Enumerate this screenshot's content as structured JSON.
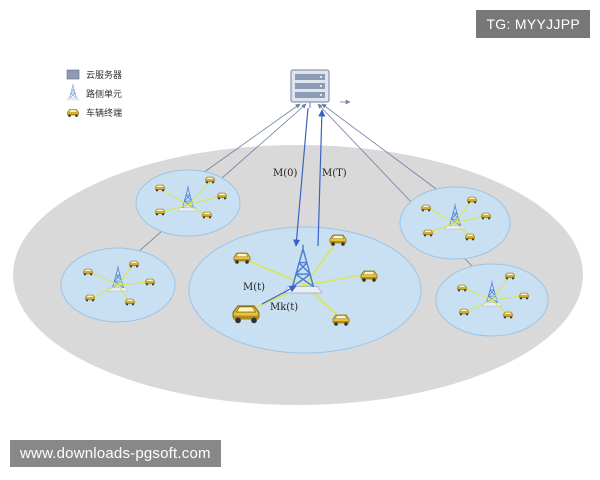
{
  "watermark_top": "TG: MYYJJPP",
  "watermark_bottom": "www.downloads-pgsoft.com",
  "legend": {
    "cloud_server": "云服务器",
    "roadside_unit": "路侧单元",
    "vehicle_terminal": "车辆终端"
  },
  "labels": {
    "m_zero": "M(0)",
    "m_T": "M(T)",
    "m_t": "M(t)",
    "m_k_t": "Mk(t)"
  },
  "colors": {
    "background_ellipse": "#d9d9d9",
    "cell_fill": "#c9e0f3",
    "cell_edge": "#9cc4e6",
    "link_blue": "#3a62c4",
    "vehicle_yellow": "#e8c43a",
    "tower_blue": "#4b7fd0",
    "server_gray": "#8e9bb5"
  }
}
